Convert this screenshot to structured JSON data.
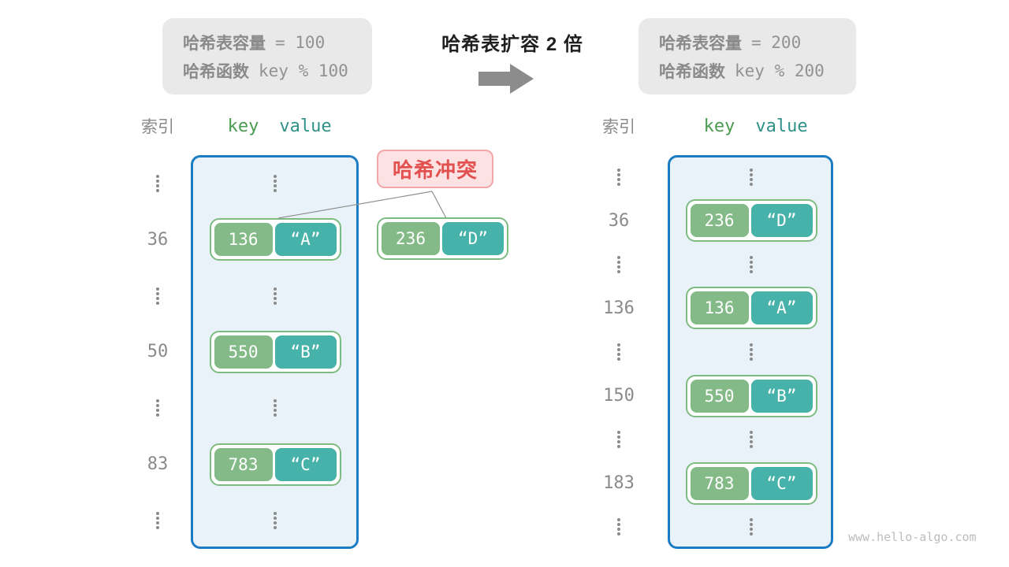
{
  "title": "哈希表扩容 2 倍",
  "panels": {
    "before": {
      "line1_label": "哈希表容量",
      "line1_value": "= 100",
      "line2_label": "哈希函数",
      "line2_value": "key % 100"
    },
    "after": {
      "line1_label": "哈希表容量",
      "line1_value": "= 200",
      "line2_label": "哈希函数",
      "line2_value": "key % 200"
    }
  },
  "headers": {
    "index": "索引",
    "key": "key",
    "value": "value"
  },
  "collision_badge": "哈希冲突",
  "left_table": {
    "entries": [
      {
        "index": "36",
        "key": "136",
        "value": "“A”"
      },
      {
        "index": "50",
        "key": "550",
        "value": "“B”"
      },
      {
        "index": "83",
        "key": "783",
        "value": "“C”"
      }
    ]
  },
  "external_pair": {
    "key": "236",
    "value": "“D”"
  },
  "right_table": {
    "entries": [
      {
        "index": "36",
        "key": "236",
        "value": "“D”"
      },
      {
        "index": "136",
        "key": "136",
        "value": "“A”"
      },
      {
        "index": "150",
        "key": "550",
        "value": "“B”"
      },
      {
        "index": "183",
        "key": "783",
        "value": "“C”"
      }
    ]
  },
  "watermark": "www.hello-algo.com",
  "colors": {
    "panel_bg": "#e9e9e9",
    "panel_text": "#8d8d8d",
    "bucket_border": "#1b7cc4",
    "bucket_fill": "#e9f2f9",
    "key_fill": "#84ba87",
    "value_fill": "#47b2a9",
    "pair_border": "#7dbb80",
    "key_header": "#4b9b50",
    "value_header": "#2f9187",
    "badge_bg": "#fce2e2",
    "badge_border": "#f2a8a8",
    "badge_text": "#e25050",
    "arrow": "#8c8c8c",
    "index_text": "#8a8a8a"
  }
}
